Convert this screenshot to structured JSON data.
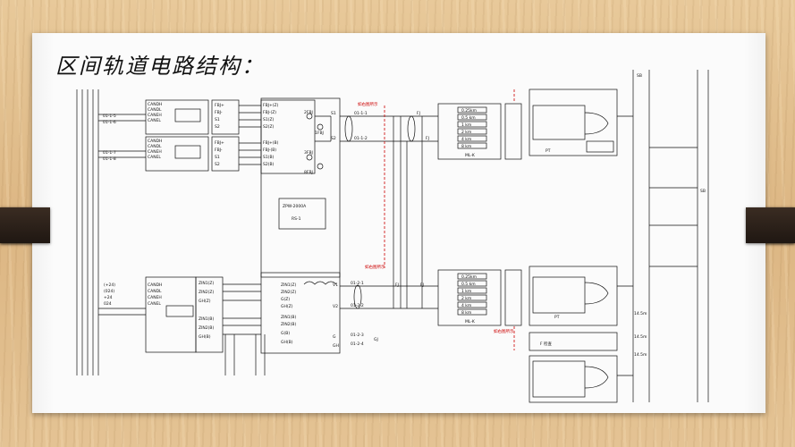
{
  "slide": {
    "title": "区间轨道电路结构："
  },
  "top_panel": {
    "circuit_rows": [
      "01-1-5",
      "01-1-6",
      "01-1-7",
      "01-1-8"
    ],
    "can_block_1": [
      "CANDH",
      "CANDL",
      "CANEH",
      "CANEL"
    ],
    "can_block_2": [
      "CANDH",
      "CANDL",
      "CANEH",
      "CANEL"
    ],
    "fbj_terms_1": [
      "FBJ+",
      "FBJ-",
      "S1",
      "S2"
    ],
    "fbj_terms_2": [
      "FBJ+",
      "FBJ-",
      "S1",
      "S2"
    ],
    "relay_contacts_1": [
      "FBJ+(Z)",
      "FBJ-(Z)",
      "S1(Z)",
      "S2(Z)"
    ],
    "relay_contacts_2": [
      "FBJ+(B)",
      "FBJ-(B)",
      "S1(B)",
      "S2(B)"
    ],
    "relay_labels": [
      "2FBJ",
      "1FBJ",
      "3FBJ",
      "8FBJ"
    ],
    "cable_terms": [
      "S1",
      "S2"
    ],
    "cable_ids": [
      "01-1-1",
      "01-1-2"
    ],
    "controller_note": [
      "ZPW-2000A",
      "RS-1"
    ],
    "fj_labels": [
      "FJ",
      "FJ"
    ],
    "matching_labels": [
      "0.25km",
      "0.5 km",
      "1 km",
      "2 km",
      "4 km",
      "8 km"
    ],
    "cable_box_label": "ML-K",
    "simulated_network": "PT",
    "red_note_1": "如右图所示"
  },
  "bottom_panel": {
    "left_terms": [
      "(+24)",
      "(024)",
      "+24",
      "024",
      "CANDH",
      "CANDL",
      "CANEH",
      "CANEL"
    ],
    "receiver_labels": [
      "ZIN1(Z)",
      "ZIN2(Z)",
      "GH(Z)",
      "ZIN1(B)",
      "ZIN2(B)",
      "GH(B)"
    ],
    "receiver_relay_labels": [
      "ZIN1(Z)",
      "ZIN2(Z)",
      "G(Z)",
      "GH(Z)",
      "ZIN1(B)",
      "ZIN2(B)",
      "G(B)",
      "GH(B)"
    ],
    "side_terms": [
      "V1",
      "V2",
      "G",
      "GH"
    ],
    "cable_ids": [
      "01-2-1",
      "01-2-2",
      "01-2-3",
      "01-2-4"
    ],
    "gj_label": "GJ",
    "fj_labels": [
      "FJ",
      "FJ"
    ],
    "matching_labels": [
      "0.25km",
      "0.5 km",
      "1 km",
      "2 km",
      "4 km",
      "8 km"
    ],
    "cable_box_label": "ML-K",
    "simulated_network": "PT",
    "bottom_note": "F 检查",
    "red_note_2": "如右图所示",
    "red_note_3": "如右图所示"
  },
  "right_rail": {
    "distance_labels": [
      "14.5m",
      "14.5m",
      "14.5m"
    ],
    "section_labels": [
      "SB",
      "SB"
    ]
  },
  "colors": {
    "paper": "#fbfbfb",
    "wood": "#dfbe8d",
    "ink": "#111111",
    "warning": "#cc0000",
    "tape": "#2a1f18"
  }
}
